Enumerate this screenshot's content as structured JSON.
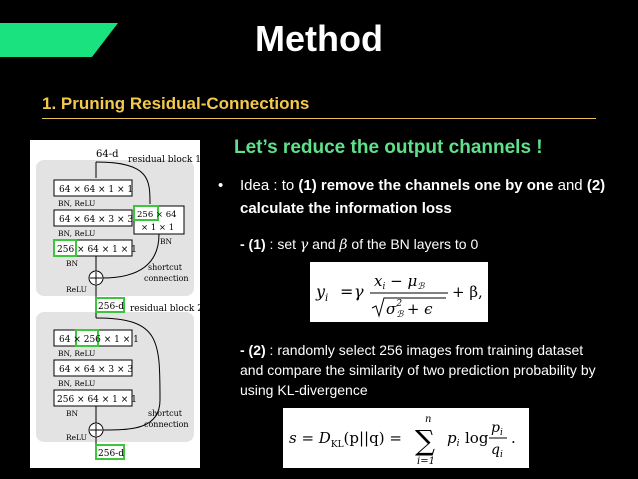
{
  "slide": {
    "title": "Method",
    "subtitle": "1. Pruning Residual-Connections",
    "heading": "Let’s reduce the output channels !",
    "accent_color": "#19e27f",
    "heading_color": "#5fe08a",
    "subtitle_color": "#f2c94c"
  },
  "bullet": {
    "dot": "•",
    "pre": "Idea : to ",
    "b1": "(1) remove the channels one by one",
    "mid": " and ",
    "b2": "(2) calculate the information loss"
  },
  "item1": {
    "label": "- (1)",
    "text_a": " : set ",
    "gamma": "γ",
    "text_b": " and ",
    "beta": "β",
    "text_c": " of the BN layers to 0"
  },
  "item2": {
    "label": "- (2)",
    "text": " : randomly select 256 images from training dataset and compare the similarity of two prediction probability by using KL-divergence"
  },
  "equations": {
    "bn": {
      "lhs": "y",
      "lhs_sub": "i",
      "eq": "=",
      "gamma": "γ",
      "num_x": "x",
      "num_sub": "i",
      "num_rest": " − μ",
      "num_rest_sub": "ℬ",
      "den_sigma": "σ",
      "den_sub": "ℬ",
      "den_sup": "2",
      "den_rest": " + ϵ",
      "tail": "+ β,"
    },
    "kl": {
      "lhs": "s = D",
      "lhs_sub": "KL",
      "args": "(p||q) =",
      "sum_top": "n",
      "sum": "∑",
      "sum_bottom": "i=1",
      "term": "p",
      "term_sub": "i",
      "log": "log",
      "frac_num": "p",
      "frac_num_sub": "i",
      "frac_den": "q",
      "frac_den_sub": "i",
      "end": "."
    }
  },
  "diagram": {
    "label_64d": "64-d",
    "block1": "residual block 1",
    "block2": "residual block 2",
    "b1_conv1": "64 × 64 × 1 × 1",
    "b1_act1": "BN, ReLU",
    "b1_conv2": "64 × 64 × 3 × 3",
    "b1_act2": "BN, ReLU",
    "b1_conv3_hl": "256",
    "b1_conv3_rest": " × 64 × 1 × 1",
    "b1_bn": "BN",
    "b1_relu": "ReLU",
    "shortcut_l1": "256 × 64",
    "shortcut_l2": "× 1 × 1",
    "shortcut_bn": "BN",
    "shortcut_conn1": "shortcut",
    "shortcut_conn2": "connection",
    "label_256d_a": "256-d",
    "b2_conv1_a": "64 × ",
    "b2_conv1_hl": "256",
    "b2_conv1_b": " × 1 × 1",
    "b2_act1": "BN, ReLU",
    "b2_conv2": "64 × 64 × 3 × 3",
    "b2_act2": "BN, ReLU",
    "b2_conv3": "256 × 64 × 1 × 1",
    "b2_bn": "BN",
    "b2_relu": "ReLU",
    "b2_conn1": "shortcut",
    "b2_conn2": "connection",
    "label_256d_b": "256-d",
    "highlight_color": "#3cc63c"
  }
}
